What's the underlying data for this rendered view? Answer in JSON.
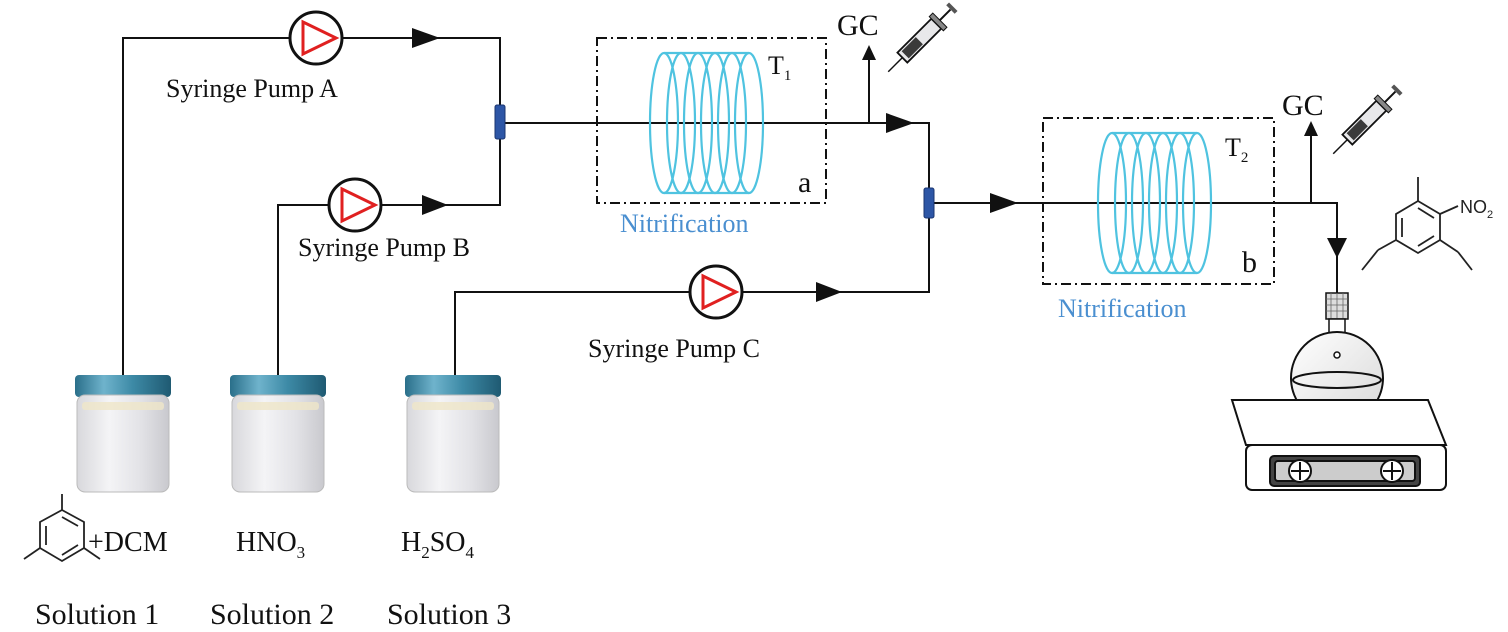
{
  "diagram": {
    "pumps": {
      "a": "Syringe Pump A",
      "b": "Syringe Pump B",
      "c": "Syringe Pump C"
    },
    "reactors": {
      "r1": {
        "temp_main": "T",
        "temp_sub": "1",
        "letter": "a",
        "label": "Nitrification"
      },
      "r2": {
        "temp_main": "T",
        "temp_sub": "2",
        "letter": "b",
        "label": "Nitrification"
      }
    },
    "sampling": {
      "gc1": "GC",
      "gc2": "GC"
    },
    "reagents": {
      "s1": {
        "formula": "+DCM",
        "name": "Solution 1"
      },
      "s2": {
        "formula_main": "HNO",
        "formula_sub": "3",
        "name": "Solution 2"
      },
      "s3": {
        "formula_a": "H",
        "formula_sub1": "2",
        "formula_b": "SO",
        "formula_sub2": "4",
        "name": "Solution 3"
      }
    },
    "product": {
      "group": "NO",
      "group_sub": "2"
    }
  }
}
